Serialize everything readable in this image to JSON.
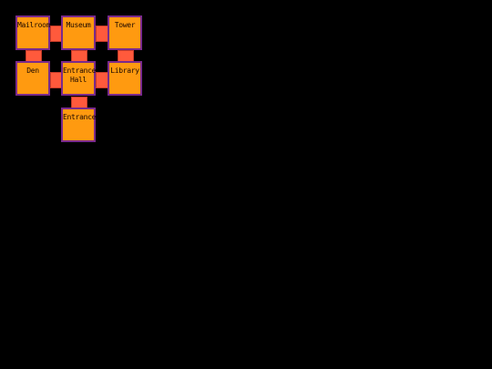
{
  "map": {
    "background": "#000000",
    "room_fill": "#ff9a10",
    "room_border": "#7a2a8c",
    "door_fill": "#ff5a3c",
    "rooms": {
      "mailroom": "Mailroom",
      "museum": "Museum",
      "tower": "Tower",
      "den": "Den",
      "entrance_hall": "Entrance\nHall",
      "library": "Library",
      "entrance": "Entrance"
    }
  }
}
